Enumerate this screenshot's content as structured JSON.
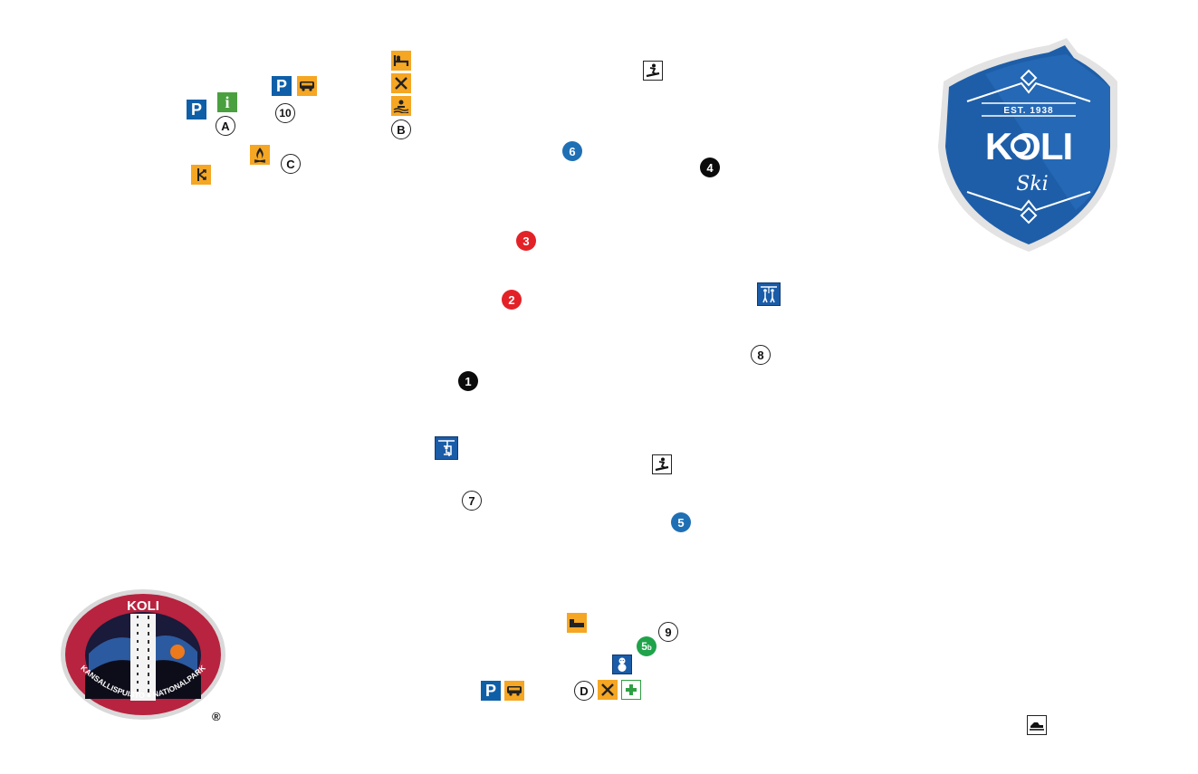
{
  "logos": {
    "koli_ski": {
      "est": "EST. 1938",
      "name": "KOLI",
      "script": "Ski",
      "blue": "#1e5ea8",
      "navy": "#163f78"
    },
    "koli_park": {
      "name": "KOLI",
      "ring_text": "KANSALLISPUISTO ● NATIONALPARK",
      "registered": "®",
      "ring_color": "#b8233f",
      "sun_color": "#ec7a1d"
    }
  },
  "markers": {
    "A": "A",
    "B": "B",
    "C": "C",
    "D": "D",
    "n10": "10",
    "n7": "7",
    "n8": "8",
    "n9": "9",
    "n1": "1",
    "n4": "4",
    "n6": "6",
    "n5": "5",
    "n3": "3",
    "n2": "2",
    "n5b_main": "5",
    "n5b_sub": "b"
  },
  "icons": {
    "parking_label": "P",
    "info_label": "i"
  },
  "colors": {
    "parking": "#0f5fa8",
    "info": "#4aa03f",
    "service_orange": "#f5a623",
    "easy_blue": "#1f6fb5",
    "intermediate_red": "#e32227",
    "difficult_black": "#0b0b0b",
    "beginner_green": "#1fa34a"
  }
}
